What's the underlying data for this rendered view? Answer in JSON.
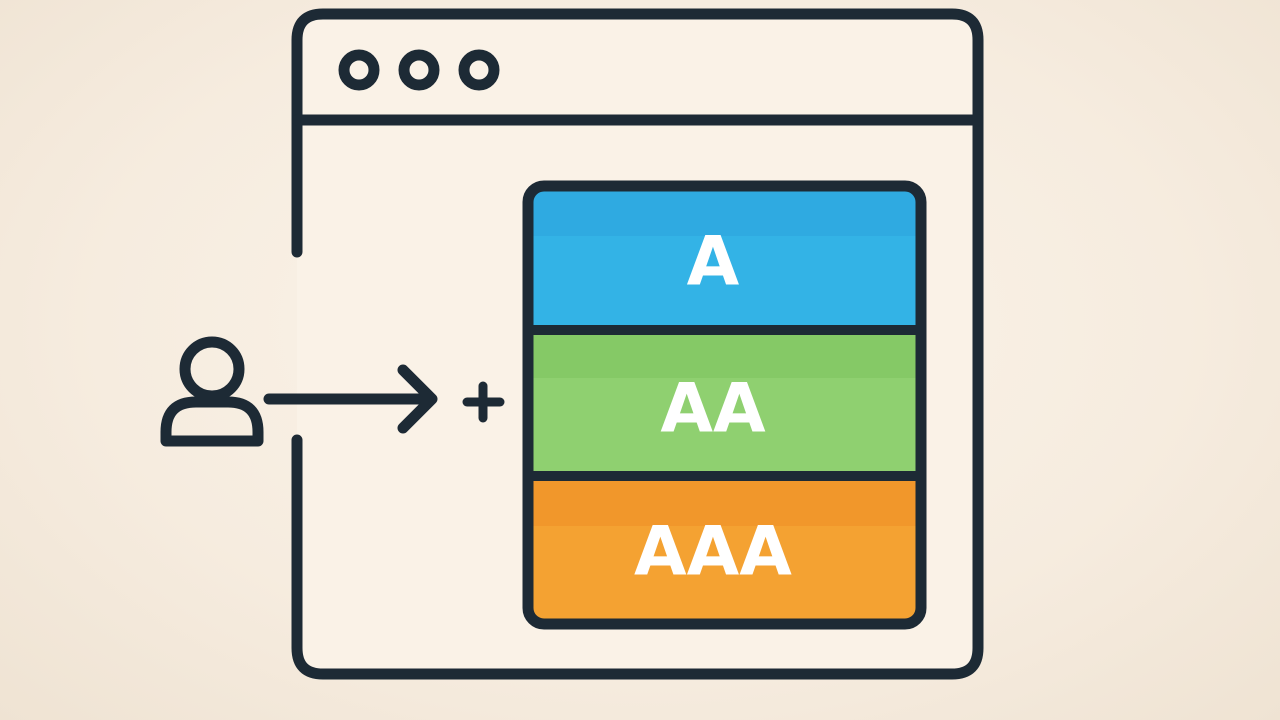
{
  "levels": {
    "a": {
      "label": "A",
      "color": "#33b3e6"
    },
    "aa": {
      "label": "AA",
      "color": "#8fd070"
    },
    "aaa": {
      "label": "AAA",
      "color": "#f4a232"
    }
  },
  "colors": {
    "outline": "#1d2a35",
    "window_bg": "#faf2e7",
    "background": "#f6ecdf"
  },
  "icons": {
    "window_controls": [
      "dot-icon",
      "dot-icon",
      "dot-icon"
    ],
    "user": "user-icon",
    "arrow": "arrow-right-icon",
    "plus": "plus-icon"
  }
}
